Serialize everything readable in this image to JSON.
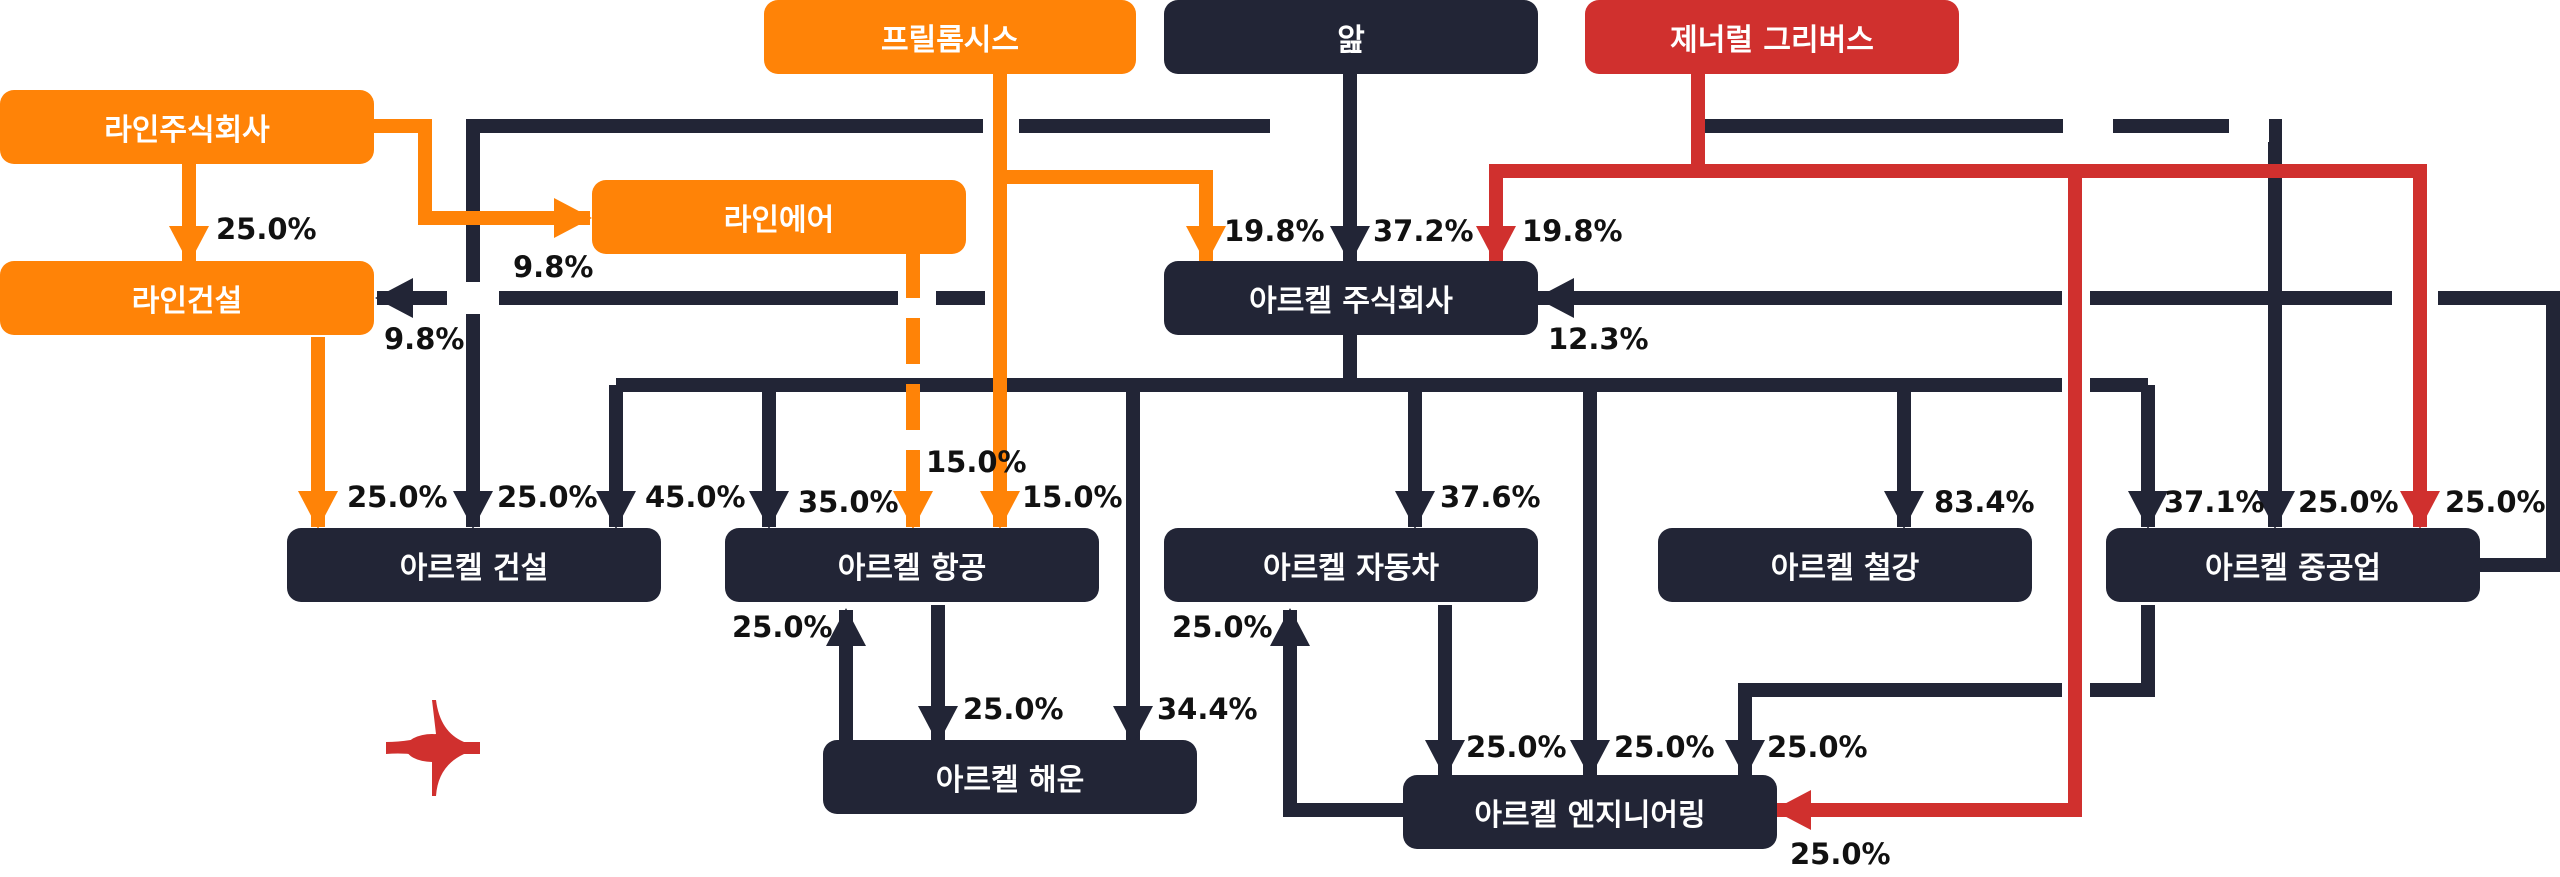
{
  "colors": {
    "navy": "#222536",
    "orange": "#ff8307",
    "red": "#d0302e",
    "text": "#111111"
  },
  "nodes": {
    "freelomsis": "프릴롬시스",
    "alp": "앒",
    "general_grievous": "제너럴 그리버스",
    "rein_corp": "라인주식회사",
    "rein_air": "라인에어",
    "rein_construction": "라인건설",
    "arkel_corp": "아르켈 주식회사",
    "arkel_construction": "아르켈 건설",
    "arkel_aviation": "아르켈 항공",
    "arkel_motors": "아르켈 자동차",
    "arkel_steel": "아르켈 철강",
    "arkel_heavy": "아르켈 중공업",
    "arkel_shipping": "아르켈 해운",
    "arkel_engineering": "아르켈 엔지니어링"
  },
  "edges": {
    "rein_corp_to_rein_construction": "25.0%",
    "rein_corp_to_rein_air": "9.8%",
    "arkel_corp_to_rein_construction": "9.8%",
    "freelomsis_to_arkel_corp": "19.8%",
    "alp_to_arkel_corp": "37.2%",
    "grievous_to_arkel_corp": "19.8%",
    "heavy_to_arkel_corp": "12.3%",
    "rein_construction_to_arkel_construction": "25.0%",
    "rein_corp_to_arkel_construction": "25.0%",
    "arkel_corp_to_arkel_construction": "45.0%",
    "arkel_corp_to_arkel_aviation": "35.0%",
    "rein_air_to_arkel_aviation": "15.0%",
    "freelomsis_to_arkel_aviation": "15.0%",
    "arkel_corp_to_arkel_motors": "37.6%",
    "arkel_corp_to_arkel_steel": "83.4%",
    "arkel_corp_to_arkel_heavy": "37.1%",
    "alp_to_arkel_heavy": "25.0%",
    "grievous_to_arkel_heavy": "25.0%",
    "shipping_to_arkel_aviation": "25.0%",
    "aviation_to_arkel_shipping": "25.0%",
    "arkel_corp_to_arkel_shipping": "34.4%",
    "engineering_to_arkel_motors": "25.0%",
    "motors_to_arkel_engineering": "25.0%",
    "arkel_corp_to_arkel_engineering": "25.0%",
    "heavy_to_arkel_engineering": "25.0%",
    "grievous_to_arkel_engineering": "25.0%"
  },
  "emblem_icon": "red-cross-emblem"
}
